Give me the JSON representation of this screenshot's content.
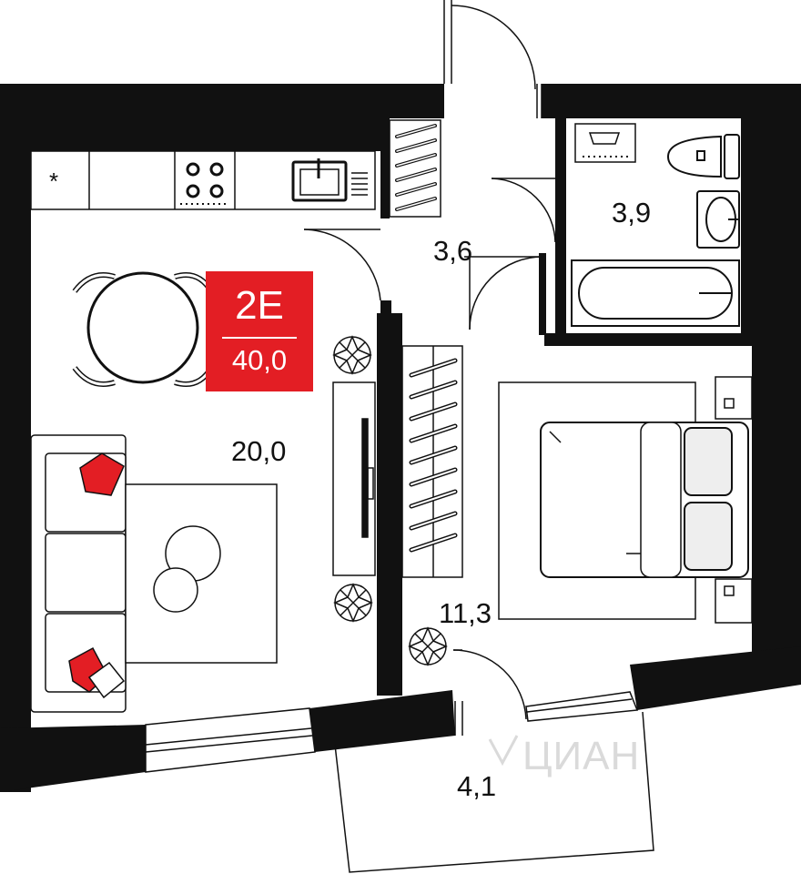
{
  "apartment": {
    "code": "2E",
    "total_area": "40,0",
    "badge_color": "#e31e24"
  },
  "rooms": [
    {
      "id": "living-kitchen",
      "area": "20,0"
    },
    {
      "id": "hallway",
      "area": "3,6"
    },
    {
      "id": "bathroom",
      "area": "3,9"
    },
    {
      "id": "bedroom",
      "area": "11,3"
    },
    {
      "id": "balcony",
      "area": "4,1"
    }
  ],
  "fixtures": {
    "kitchen_symbol": "*"
  },
  "watermark": "ЦИАН",
  "colors": {
    "wall": "#111111",
    "accent_pillow": "#e31e24",
    "line": "#111111",
    "furniture_fill": "#ffffff",
    "light_fill": "#eeeeee",
    "watermark": "#dadada"
  },
  "icons": [
    "watermark-logo-icon",
    "plant-icon",
    "wardrobe-hanger-icon",
    "stove-icon",
    "sink-icon",
    "toilet-icon",
    "bathtub-icon",
    "bed-icon"
  ]
}
